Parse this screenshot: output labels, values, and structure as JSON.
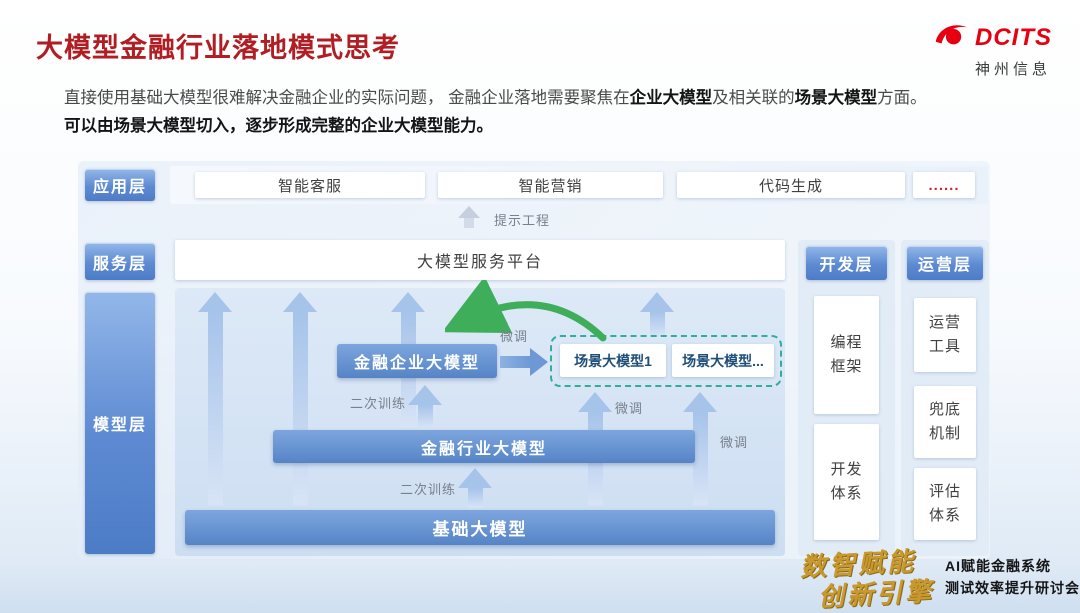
{
  "header": {
    "title": "大模型金融行业落地模式思考",
    "logo": {
      "brand": "DCITS",
      "company": "神州信息"
    }
  },
  "intro": {
    "l1a": "直接使用基础大模型很难解决金融企业的实际问题， 金融企业落地需要聚焦在",
    "l1b": "企业大模型",
    "l1c": "及相关联的",
    "l1d": "场景大模型",
    "l1e": "方面。",
    "line2": "可以由场景大模型切入，逐步形成完整的企业大模型能力。"
  },
  "diagram": {
    "app_layer": {
      "label": "应用层",
      "items": [
        "智能客服",
        "智能营销",
        "代码生成",
        "......"
      ]
    },
    "service_layer": {
      "label": "服务层",
      "platform": "大模型服务平台"
    },
    "model_layer": {
      "label": "模型层",
      "enterprise": "金融企业大模型",
      "scenario1": "场景大模型1",
      "scenario_more": "场景大模型...",
      "industry": "金融行业大模型",
      "base": "基础大模型"
    },
    "dev_layer": {
      "label": "开发层",
      "items": [
        "编程框架",
        "开发体系"
      ]
    },
    "ops_layer": {
      "label": "运营层",
      "items": [
        "运营工具",
        "兜底机制",
        "评估体系"
      ]
    },
    "annotations": {
      "prompt_engineering": "提示工程",
      "finetune": "微调",
      "retrain": "二次训练"
    }
  },
  "footer": {
    "slogan_line1": "数智赋能",
    "slogan_line2": "创新引擎",
    "event_line1": "AI赋能金融系统",
    "event_line2": "测试效率提升研讨会"
  },
  "colors": {
    "title_red": "#b01e23",
    "logo_red": "#e60012",
    "layer_blue": "#5584c6",
    "arrow_blue": "#a6c3ea",
    "green_arrow": "#3fae5a",
    "dashed_teal": "#2fae9b",
    "slogan_gold": "#c9992e"
  }
}
